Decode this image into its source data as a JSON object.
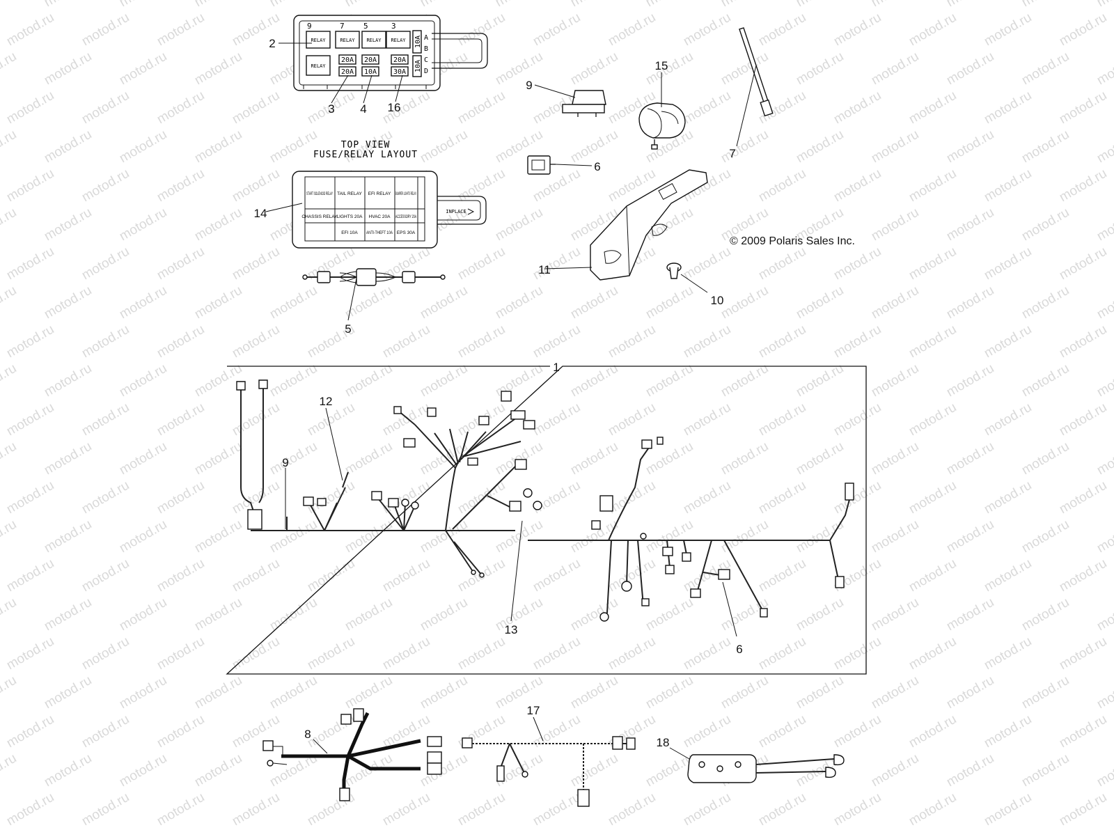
{
  "watermark": "motod.ru",
  "copyright": "© 2009 Polaris Sales Inc.",
  "fuse_box_top_view": {
    "caption_line1": "TOP VIEW",
    "caption_line2": "FUSE/RELAY LAYOUT",
    "top_numbers": [
      "9",
      "7",
      "5",
      "3"
    ],
    "side_letters": [
      "A",
      "B",
      "C",
      "D"
    ],
    "relay_label": "RELAY",
    "fuse_ratings": [
      "20A",
      "20A",
      "10A",
      "20A",
      "10A",
      "20A",
      "10A",
      "30A"
    ]
  },
  "fuse_box_layout": {
    "cells": [
      "START SOLENOID RELAY",
      "TAIL RELAY",
      "EFI RELAY",
      "BUMPER LIGHTS RELAY",
      "CHASSIS RELAY",
      "LIGHTS 20A",
      "HVAC 20A",
      "ACCESSORY 20A",
      "",
      "EFI 10A",
      "ANTI-THEFT 10A",
      "EPS 30A"
    ],
    "side_tag": "INPLACE"
  },
  "callouts": {
    "c1": "1",
    "c2": "2",
    "c3": "3",
    "c4": "4",
    "c5": "5",
    "c6a": "6",
    "c6b": "6",
    "c7": "7",
    "c8": "8",
    "c9a": "9",
    "c9b": "9",
    "c10": "10",
    "c11": "11",
    "c12": "12",
    "c13": "13",
    "c14": "14",
    "c15": "15",
    "c16": "16",
    "c17": "17",
    "c18": "18"
  }
}
